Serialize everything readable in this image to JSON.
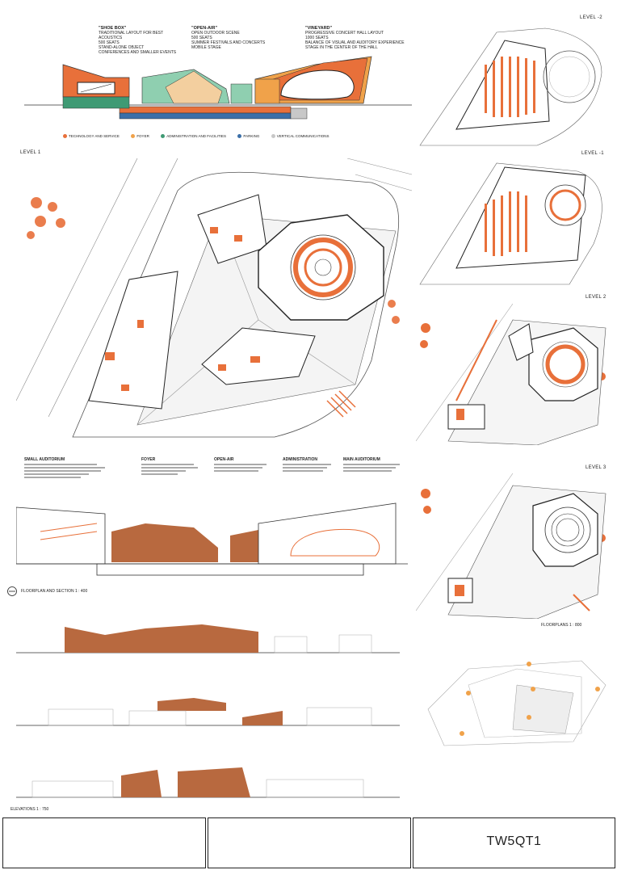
{
  "concept": {
    "shoebox": {
      "title": "\"SHOE BOX\"",
      "lines": [
        "TRADITIONAL LAYOUT FOR BEST ACOUSTICS",
        "500 SEATS",
        "STAND-ALONE OBJECT",
        "CONFERENCES AND SMALLER EVENTS"
      ]
    },
    "openair": {
      "title": "\"OPEN-AIR\"",
      "lines": [
        "OPEN OUTDOOR SCENE",
        "500 SEATS",
        "SUMMER FESTIVALS AND CONCERTS",
        "MOBILE STAGE"
      ]
    },
    "vineyard": {
      "title": "\"VINEYARD\"",
      "lines": [
        "PROGRESSIVE CONCERT HALL LAYOUT",
        "1000 SEATS",
        "BALANCE OF VISUAL AND AUDITORY EXPERIENCE",
        "STAGE IN THE CENTER OF THE HALL"
      ]
    }
  },
  "legend": [
    {
      "label": "TECHNOLOGY AND SERVICE",
      "color": "#e8703a"
    },
    {
      "label": "FOYER",
      "color": "#f0a24a"
    },
    {
      "label": "ADMINISTRATION AND FACILITIES",
      "color": "#3f9a74"
    },
    {
      "label": "PARKING",
      "color": "#3b6fa8"
    },
    {
      "label": "VERTICAL COMMUNICATIONS",
      "color": "#c8c8c8"
    }
  ],
  "levels": {
    "level1": "LEVEL 1",
    "levelm2": "LEVEL -2",
    "levelm1": "LEVEL -1",
    "level2": "LEVEL 2",
    "level3": "LEVEL 3"
  },
  "scales": {
    "floorplan_section": "FLOORPLAN AND SECTION 1 : 400",
    "floorplans": "FLOORPLANS 1 : 800",
    "elevations": "ELEVATIONS 1 : 750"
  },
  "room_lists": [
    "SMALL AUDITORIUM",
    "FOYER",
    "OPEN-AIR",
    "ADMINISTRATION",
    "MAIN AUDITORIUM"
  ],
  "footer": {
    "code": "TW5QT1"
  },
  "colors": {
    "orange": "#e8703a",
    "light_orange": "#f0a24a",
    "peach": "#f3cf9f",
    "green": "#3f9a74",
    "mint": "#8fcfb0",
    "blue": "#3b6fa8",
    "grey": "#c8c8c8",
    "copper": "#b8693f"
  }
}
